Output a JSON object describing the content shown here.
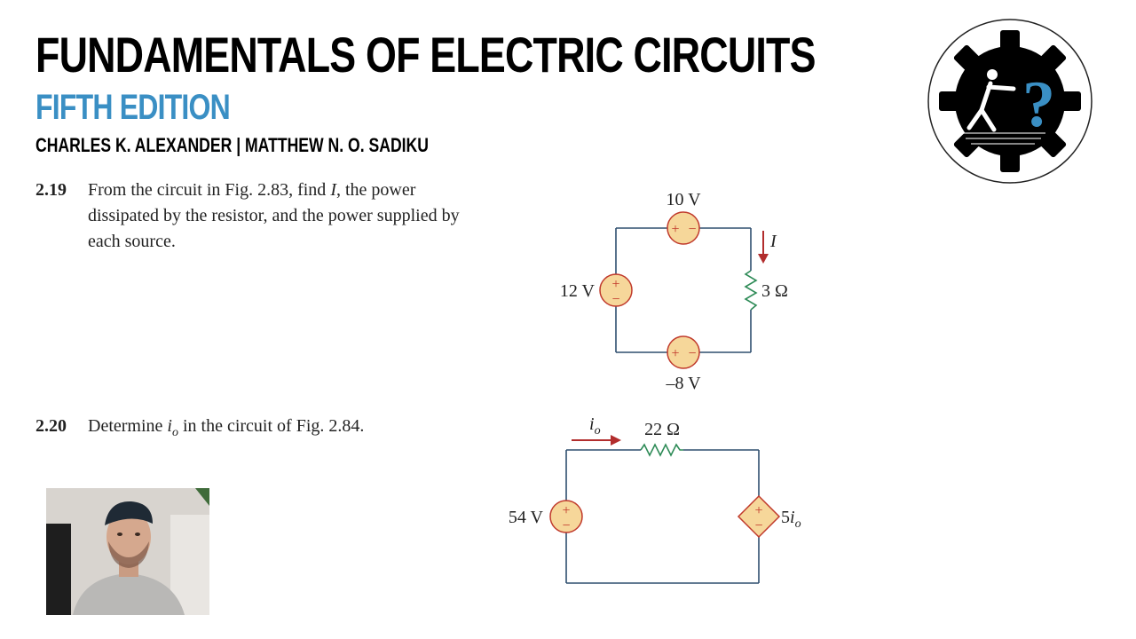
{
  "header": {
    "title": "FUNDAMENTALS OF ELECTRIC CIRCUITS",
    "edition": "FIFTH EDITION",
    "authors": "CHARLES K. ALEXANDER | MATTHEW N. O. SADIKU"
  },
  "problems": [
    {
      "number": "2.19",
      "lines": [
        "From the circuit in Fig. 2.83, find I, the power",
        "dissipated by the resistor, and the power supplied by",
        "each source."
      ]
    },
    {
      "number": "2.20",
      "lines": [
        "Determine io in the circuit of Fig. 2.84."
      ]
    }
  ],
  "circuit_1": {
    "top_source": "10 V",
    "left_source": "12 V",
    "bottom_source": "–8 V",
    "resistor": "3 Ω",
    "current": "I",
    "polarity_plus": "+",
    "polarity_minus": "−"
  },
  "circuit_2": {
    "current_symbol": "i",
    "current_subscript": "o",
    "resistor": "22 Ω",
    "source": "54 V",
    "dependent_coef": "5",
    "dependent_symbol": "i",
    "dependent_subscript": "o",
    "polarity_plus": "+",
    "polarity_minus": "−"
  },
  "colors": {
    "wire": "#2f4f6f",
    "source_fill": "#f6d79a",
    "source_stroke": "#c0392b",
    "resistor": "#2e8b57",
    "arrow": "#b22d2d",
    "edition": "#3a8fc4",
    "logo_question": "#3a8fc4"
  },
  "icons": {
    "logo": "gear-with-question-mark-logo",
    "webcam": "presenter-webcam"
  }
}
